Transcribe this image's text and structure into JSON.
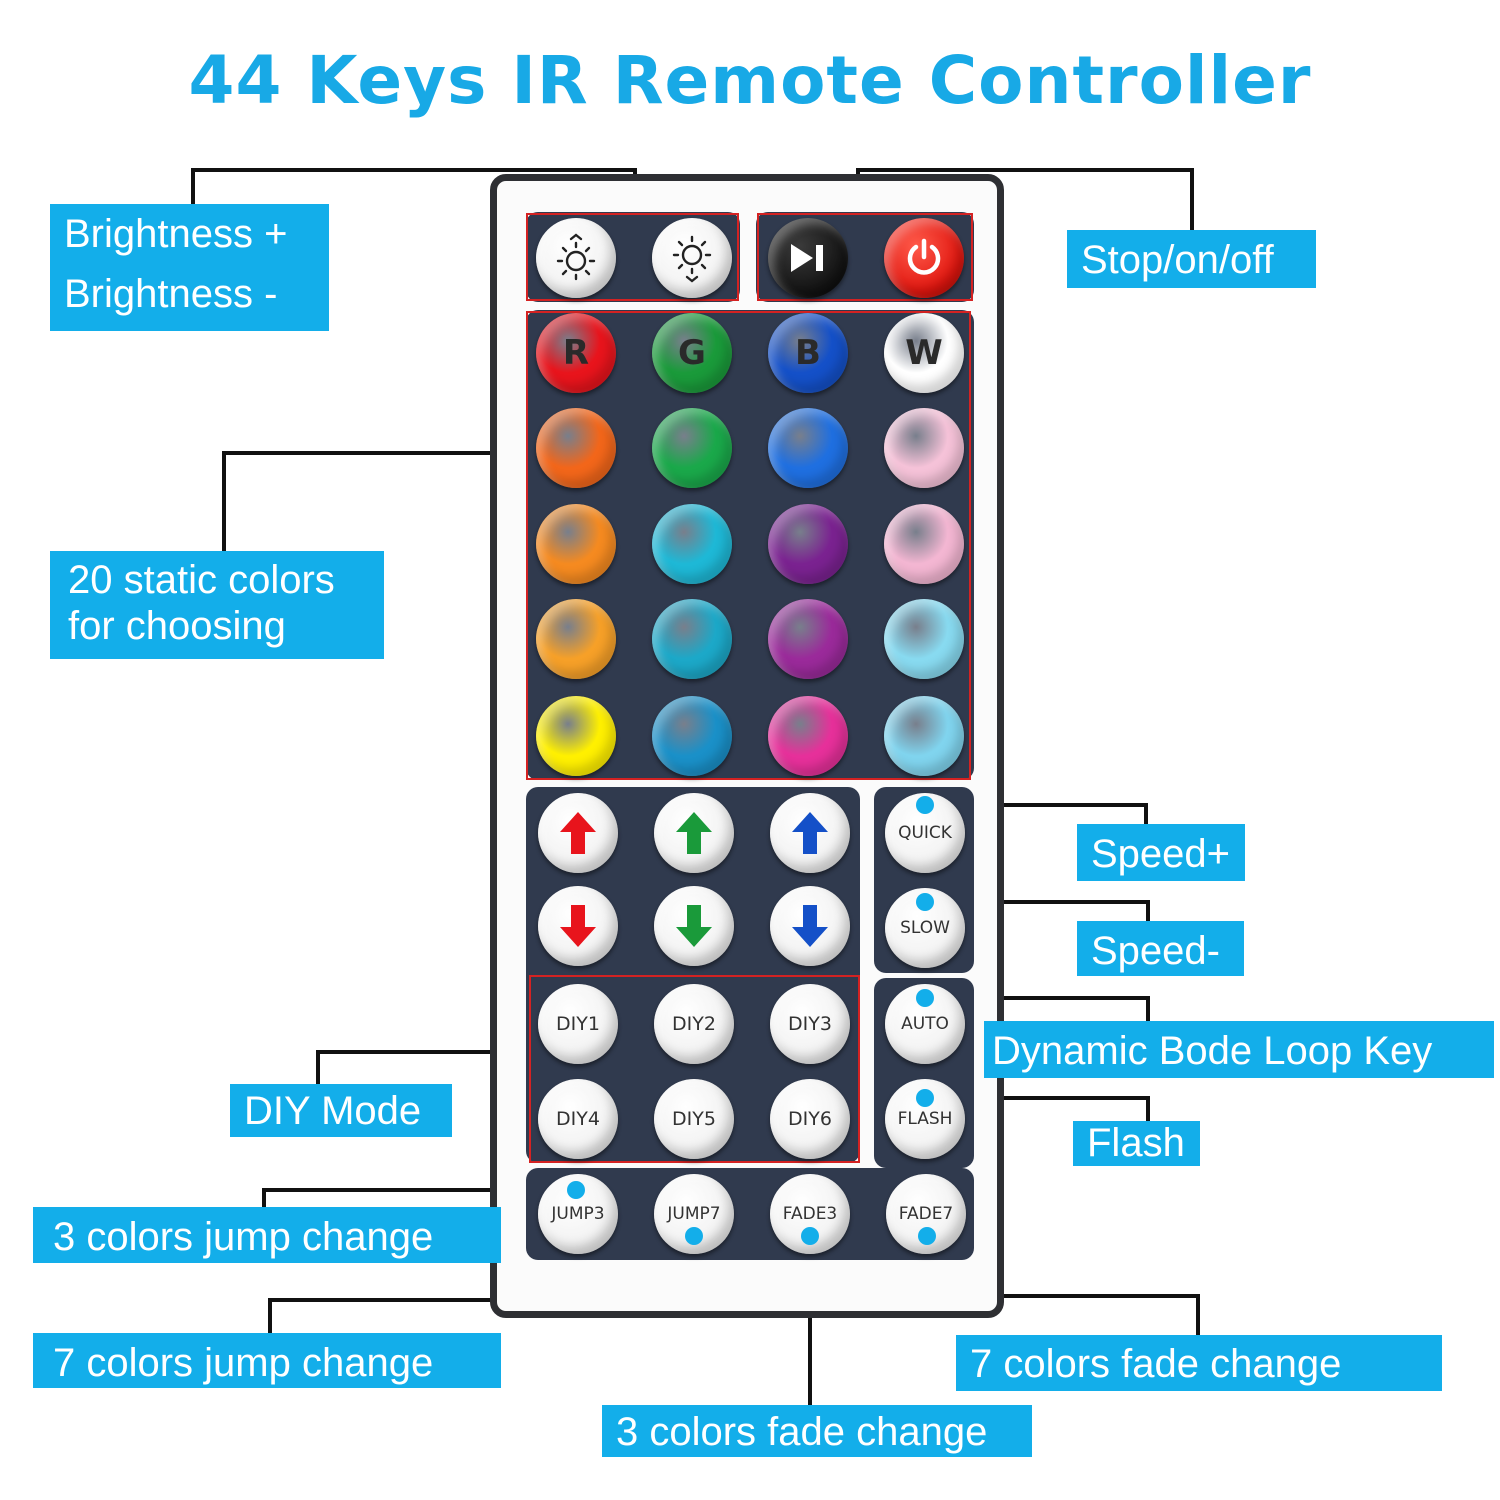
{
  "title": "44 Keys IR Remote Controller",
  "callouts": {
    "brightness": [
      "Brightness +",
      "Brightness -"
    ],
    "power": "Stop/on/off",
    "static": [
      "20 static colors",
      "for choosing"
    ],
    "speed_up": "Speed+",
    "speed_down": "Speed-",
    "auto": "Dynamic Bode Loop Key",
    "flash": "Flash",
    "diy": "DIY Mode",
    "jump3": "3 colors jump change",
    "jump7": "7 colors jump change",
    "fade3": "3 colors fade change",
    "fade7": "7 colors fade change"
  },
  "keys": {
    "rgbw": [
      "R",
      "G",
      "B",
      "W"
    ],
    "quick": "QUICK",
    "slow": "SLOW",
    "auto": "AUTO",
    "flash": "FLASH",
    "diy": [
      "DIY1",
      "DIY2",
      "DIY3",
      "DIY4",
      "DIY5",
      "DIY6"
    ],
    "bottom": [
      "JUMP3",
      "JUMP7",
      "FADE3",
      "FADE7"
    ]
  },
  "colors": {
    "accent": "#13aeea",
    "title": "#18a9e6",
    "panel": "#303a4e",
    "frame": "#d42222",
    "color_rows": [
      [
        "#e8141c",
        "#1a9a3a",
        "#1450c8",
        "#ffffff"
      ],
      [
        "#f2661a",
        "#1aa84a",
        "#1f6fe0",
        "#f5c2d8"
      ],
      [
        "#f58a20",
        "#1eb8d6",
        "#7a2290",
        "#f3b6d2"
      ],
      [
        "#f6a028",
        "#1ca8c8",
        "#9a2a9a",
        "#88daf0"
      ],
      [
        "#fff000",
        "#1a90c8",
        "#e6309a",
        "#80d4ee"
      ]
    ]
  },
  "icons": {
    "brightness_up": "sun-up-icon",
    "brightness_down": "sun-down-icon",
    "play_pause": "play-pause-icon",
    "power": "power-icon",
    "arrows": [
      "arrow-up-red",
      "arrow-up-green",
      "arrow-up-blue",
      "arrow-down-red",
      "arrow-down-green",
      "arrow-down-blue"
    ]
  }
}
